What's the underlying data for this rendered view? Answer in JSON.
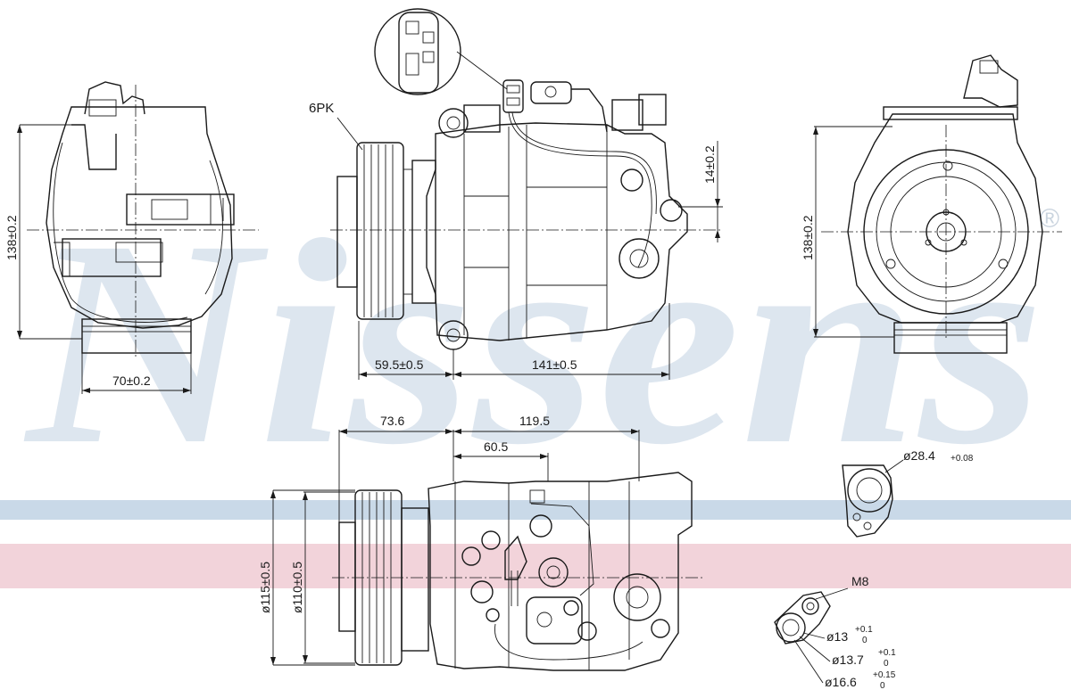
{
  "brand": {
    "watermark": "Nissens",
    "registered": "®",
    "watermark_color": "#dde6ef",
    "band_blue": "#c9d9e8",
    "band_red": "#f2d3da"
  },
  "dimensions": {
    "side_height": "138±0.2",
    "side_width": "70±0.2",
    "belt": "6PK",
    "pulley_offset": "59.5±0.5",
    "body_length": "141±0.5",
    "port_offset": "14±0.2",
    "right_height": "138±0.2",
    "top_73": "73.6",
    "top_119": "119.5",
    "top_60": "60.5",
    "dia_115": "ø115±0.5",
    "dia_110": "ø110±0.5",
    "flange_dia": "ø28.4",
    "flange_tol": "+0.08",
    "thread": "M8",
    "d13": "ø13",
    "d13_up": "+0.1",
    "d13_lo": "0",
    "d137": "ø13.7",
    "d137_up": "+0.1",
    "d137_lo": "0",
    "d166": "ø16.6",
    "d166_up": "+0.15",
    "d166_lo": "0"
  }
}
